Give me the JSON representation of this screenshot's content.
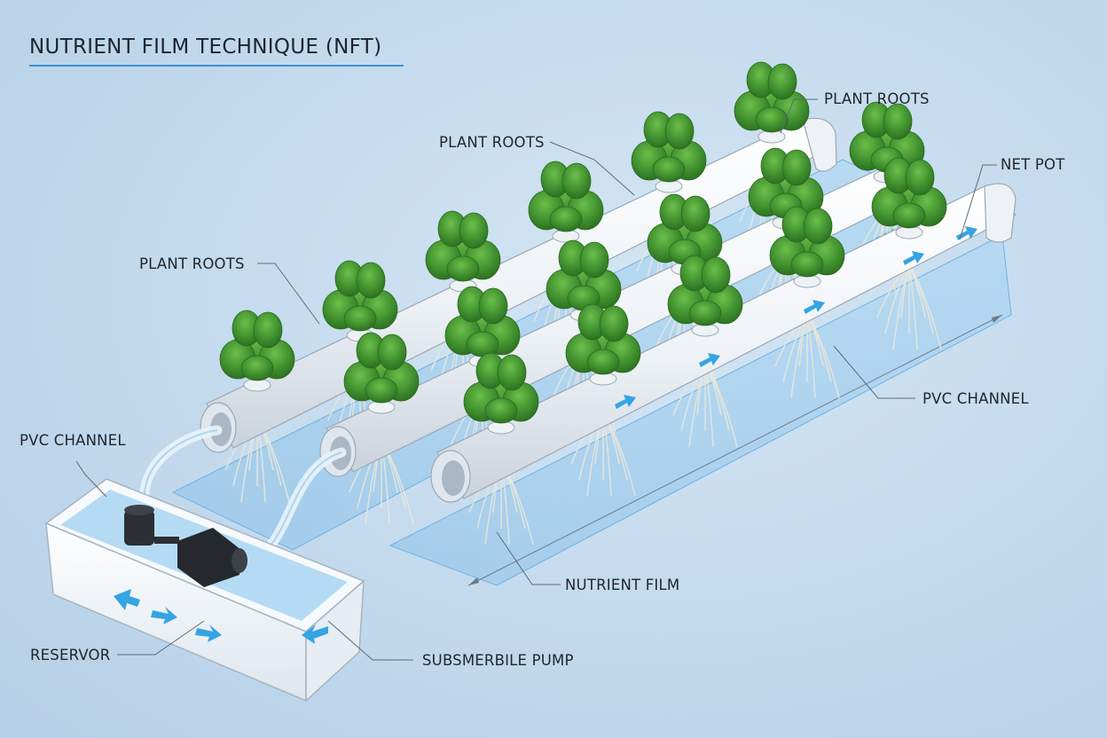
{
  "title": "NUTRIENT FILM TECHNIQUE (NFT)",
  "labels": {
    "plant_roots_top": "PLANT ROOTS",
    "plant_roots_mid": "PLANT ROOTS",
    "plant_roots_left": "PLANT ROOTS",
    "net_pot": "NET POT",
    "pvc_channel_right": "PVC CHANNEL",
    "pvc_channel_left": "PVC CHANNEL",
    "nutrient_film": "NUTRIENT FILM",
    "reservoir": "RESERVOR",
    "pump": "SUBSMERBILE PUMP"
  },
  "colors": {
    "background": "#c6dcee",
    "title_rule": "#3f8fd3",
    "pipe": "#f4f7fa",
    "foliage": "#3f8f2e",
    "flow_arrow": "#34a4e2",
    "water": "#8fc6ee"
  },
  "icons": [
    "flow-arrow-icon",
    "net-pot-icon"
  ]
}
